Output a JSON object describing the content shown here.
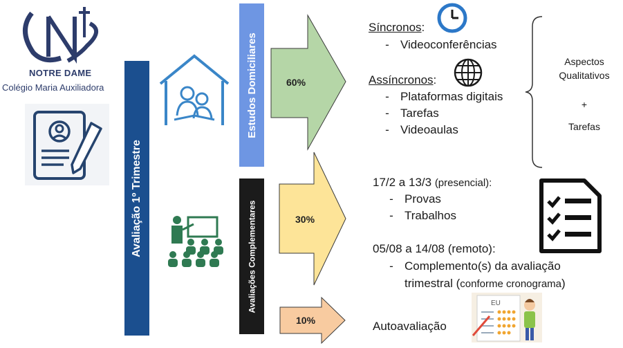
{
  "logo": {
    "name": "NOTRE DAME",
    "subtitle": "Colégio Maria Auxiliadora"
  },
  "main_bar": {
    "label": "Avaliação 1º Trimestre",
    "color": "#1b4f8f"
  },
  "sections": [
    {
      "label": "Estudos Domiciliares",
      "color": "#6e96e3",
      "percent": "60%",
      "arrow_color": "#b5d6a7"
    },
    {
      "label": "Avaliações Complementares",
      "color": "#1b1b1b",
      "percent": "30%",
      "arrow_color": "#fde498"
    },
    {
      "percent": "10%",
      "arrow_color": "#f8cba0"
    }
  ],
  "sync": {
    "heading": "Síncronos",
    "items": [
      "Videoconferências"
    ]
  },
  "async": {
    "heading": "Assíncronos",
    "items": [
      "Plataformas digitais",
      "Tarefas",
      "Videoaulas"
    ]
  },
  "brace_note": {
    "line1": "Aspectos",
    "line2": "Qualitativos",
    "plus": "+",
    "line3": "Tarefas"
  },
  "presencial": {
    "dates": "17/2 a 13/3",
    "mode": "(presencial):",
    "items": [
      "Provas",
      "Trabalhos"
    ]
  },
  "remoto": {
    "dates": "05/08 a 14/08 (remoto):",
    "item_line1": "Complemento(s) da avaliação",
    "item_line2_a": "trimestral (",
    "item_line2_b": "conforme cronograma",
    "item_line2_c": ")"
  },
  "self": {
    "label": "Autoavaliação",
    "paper_label": "EU"
  },
  "bullet_dash": "-"
}
